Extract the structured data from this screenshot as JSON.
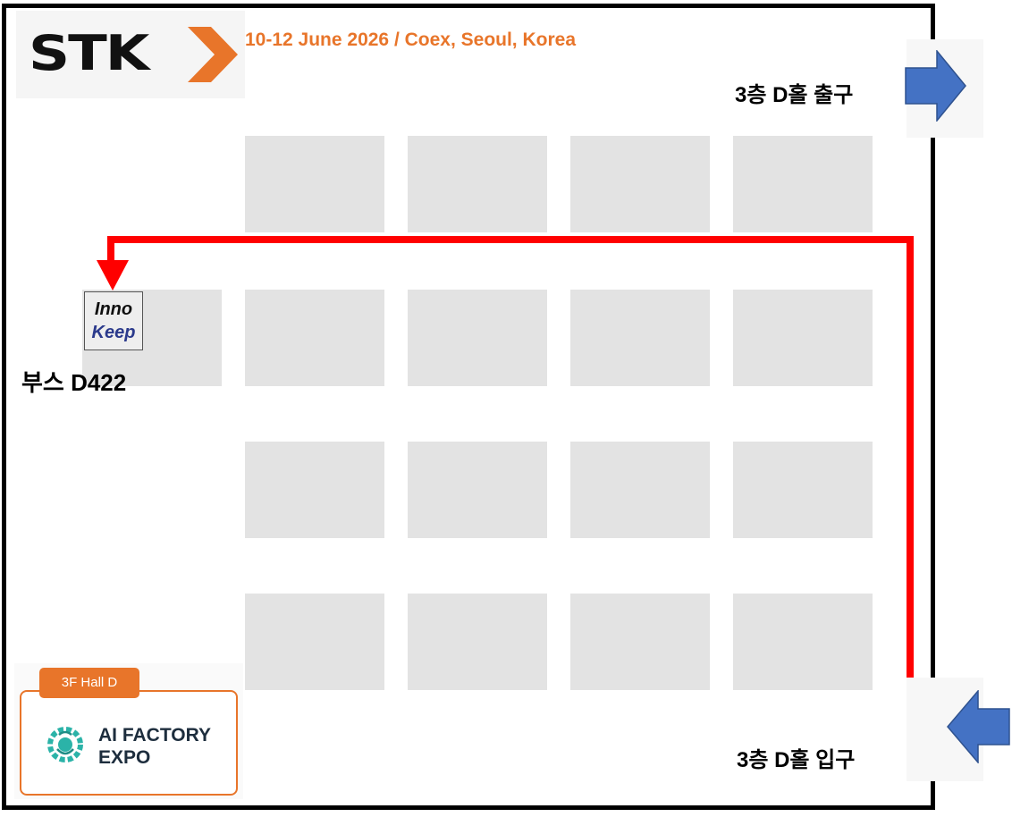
{
  "header": {
    "brand": "STK",
    "event_date_location": "10-12 June 2026 / Coex, Seoul, Korea"
  },
  "doors": {
    "exit_label": "3층 D홀 출구",
    "entrance_label": "3층 D홀 입구"
  },
  "booth": {
    "logo_line1": "Inno",
    "logo_line2": "Keep",
    "label": "부스 D422"
  },
  "expo": {
    "tag": "3F Hall D",
    "name_line1": "AI FACTORY",
    "name_line2": "EXPO"
  },
  "colors": {
    "route": "#ff0000",
    "arrow_fill": "#4472c4",
    "accent_orange": "#e8752a",
    "booth_fill": "#e3e3e3",
    "booth_logo_blue": "#2b3a8c"
  },
  "icons": {
    "exit": "arrow-right-icon",
    "entrance": "arrow-left-icon",
    "expo": "brain-gear-icon"
  }
}
